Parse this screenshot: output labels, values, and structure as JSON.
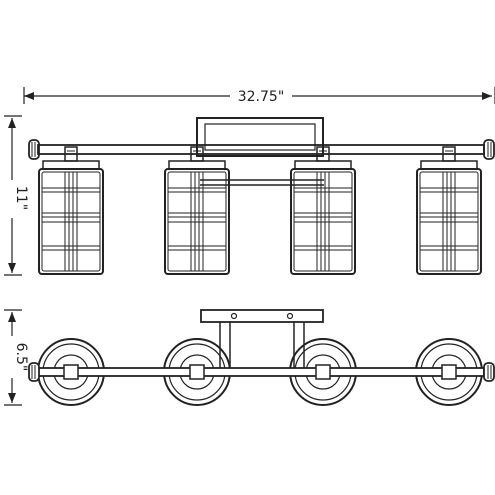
{
  "dimensions": {
    "width_label": "32.75\"",
    "height_label": "11\"",
    "depth_label": "6.5\""
  },
  "fixture": {
    "shade_count": 4,
    "colors": {
      "line": "#222222",
      "background": "#ffffff"
    }
  }
}
